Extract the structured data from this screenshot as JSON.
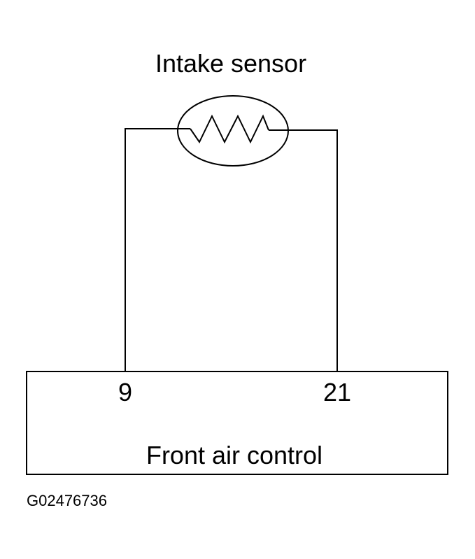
{
  "diagram": {
    "sensor_label": "Intake sensor",
    "module_label": "Front air control",
    "pin_left": "9",
    "pin_right": "21",
    "figure_id": "G02476736"
  },
  "colors": {
    "line": "#000000",
    "background": "#ffffff"
  },
  "icons": {
    "sensor": "thermistor-resistor-icon"
  }
}
